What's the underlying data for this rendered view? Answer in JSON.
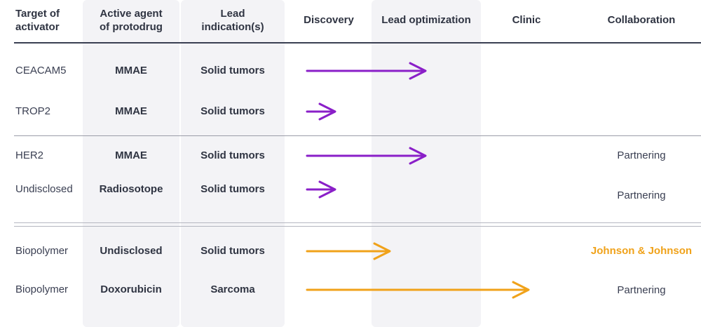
{
  "headers": {
    "target": [
      "Target of",
      "activator"
    ],
    "agent": [
      "Active agent",
      "of protodrug"
    ],
    "indication": [
      "Lead",
      "indication(s)"
    ],
    "discovery": "Discovery",
    "lead_optimization": "Lead optimization",
    "clinic": "Clinic",
    "collaboration": "Collaboration"
  },
  "colors": {
    "purple": "#8a1fc8",
    "orange": "#f0a21a"
  },
  "rows": [
    {
      "target": "CEACAM5",
      "agent": "MMAE",
      "indication": "Solid tumors",
      "collaboration": "",
      "arrow_color": "purple",
      "stage_end": "lead optimization"
    },
    {
      "target": "TROP2",
      "agent": "MMAE",
      "indication": "Solid tumors",
      "collaboration": "",
      "arrow_color": "purple",
      "stage_end": "discovery"
    },
    {
      "target": "HER2",
      "agent": "MMAE",
      "indication": "Solid tumors",
      "collaboration": "Partnering",
      "arrow_color": "purple",
      "stage_end": "lead optimization"
    },
    {
      "target": "Undisclosed",
      "agent": "Radiosotope",
      "indication": "Solid tumors",
      "collaboration": "Partnering",
      "arrow_color": "purple",
      "stage_end": "discovery"
    },
    {
      "target": "Biopolymer",
      "agent": "Undisclosed",
      "indication": "Solid tumors",
      "collaboration": "Johnson & Johnson",
      "arrow_color": "orange",
      "stage_end": "lead optimization"
    },
    {
      "target": "Biopolymer",
      "agent": "Doxorubicin",
      "indication": "Sarcoma",
      "collaboration": "Partnering",
      "arrow_color": "orange",
      "stage_end": "clinic"
    }
  ]
}
